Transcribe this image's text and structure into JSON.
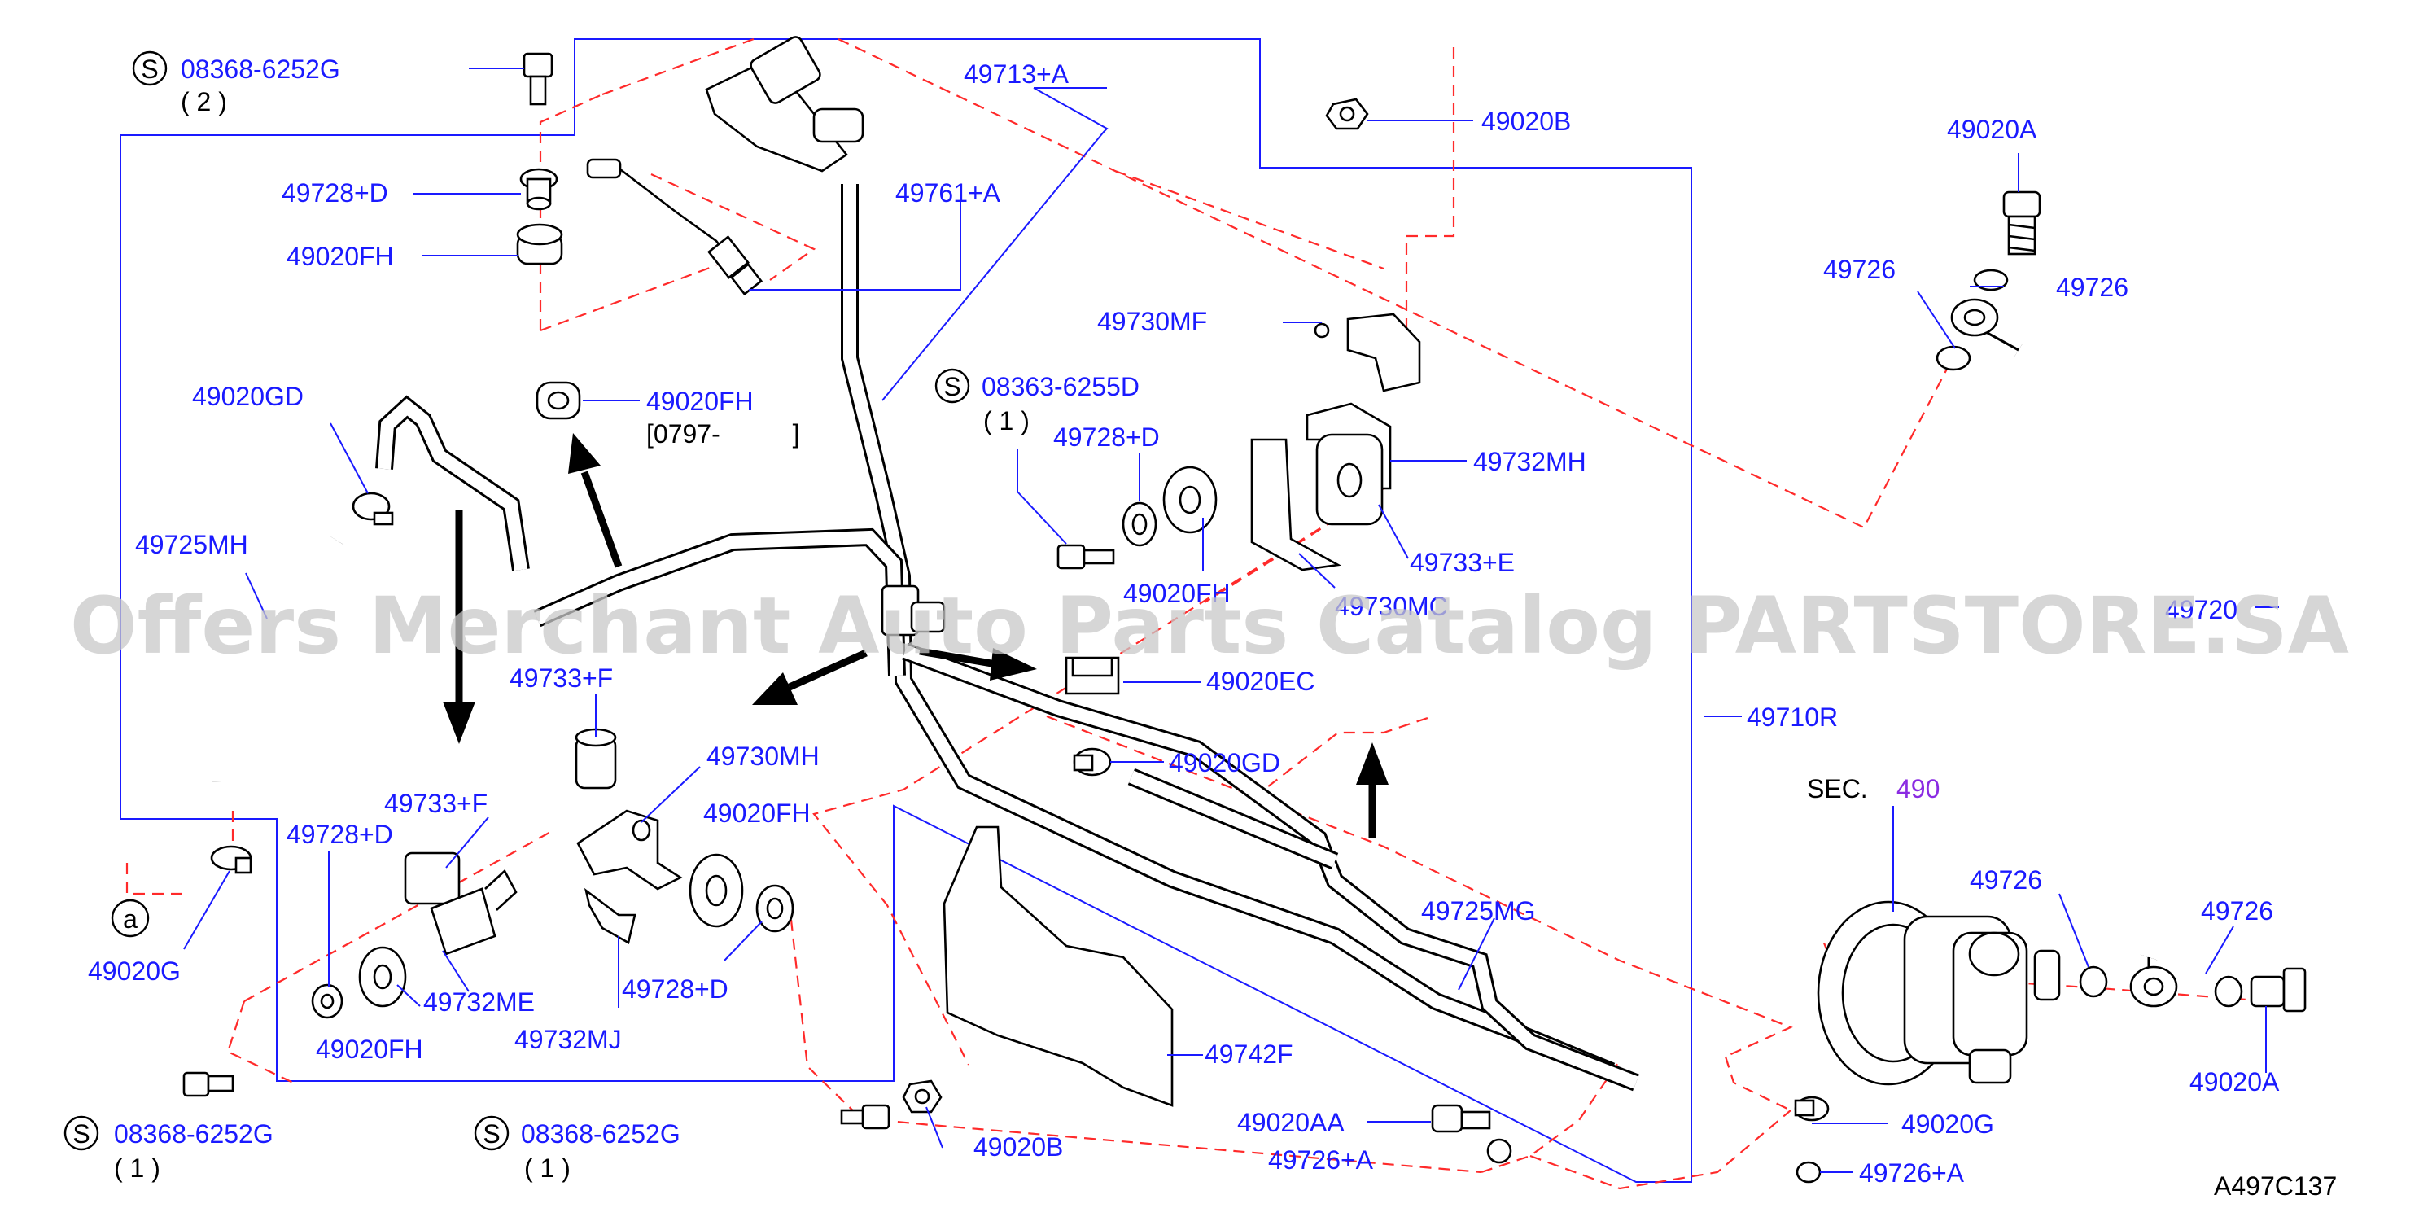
{
  "watermark": "Offers Merchant Auto Parts Catalog PARTSTORE.SA",
  "diagram_code": "A497C137",
  "section_ref": {
    "prefix": "SEC.",
    "number": "490"
  },
  "callouts": {
    "s1": {
      "symbol": "S",
      "part": "08368-6252G",
      "qty": "( 2 )"
    },
    "s2": {
      "symbol": "S",
      "part": "08363-6255D",
      "qty": "( 1 )"
    },
    "s3": {
      "symbol": "S",
      "part": "08368-6252G",
      "qty": "( 1 )"
    },
    "s4": {
      "symbol": "S",
      "part": "08368-6252G",
      "qty": "( 1 )"
    },
    "ref_a": "a"
  },
  "labels": {
    "p49728D_top": "49728+D",
    "p49020FH_top": "49020FH",
    "p49713A": "49713+A",
    "p49761A": "49761+A",
    "p49020B_top": "49020B",
    "p49020A_top": "49020A",
    "p49726_a": "49726",
    "p49726_b": "49726",
    "p49020GD_left": "49020GD",
    "p49020FH_mid": "49020FH",
    "date_range": "[0797-          ]",
    "p49730MF": "49730MF",
    "p49728D_mid": "49728+D",
    "p49732MH": "49732MH",
    "p49733E": "49733+E",
    "p49020FH_mid2": "49020FH",
    "p49730MC": "49730MC",
    "p49725MH": "49725MH",
    "p49720": "49720",
    "p49733F_a": "49733+F",
    "p49020EC": "49020EC",
    "p49710R": "49710R",
    "p49730MH": "49730MH",
    "p49020GD_mid": "49020GD",
    "p49733F_b": "49733+F",
    "p49728D_left": "49728+D",
    "p49020FH_low": "49020FH",
    "p49726_c": "49726",
    "p49726_d": "49726",
    "p49020G_left": "49020G",
    "p49732ME": "49732ME",
    "p49728D_low": "49728+D",
    "p49725MG": "49725MG",
    "p49020FH_bot": "49020FH",
    "p49732MJ": "49732MJ",
    "p49742F": "49742F",
    "p49020A_bot": "49020A",
    "p49020B_bot": "49020B",
    "p49020AA": "49020AA",
    "p49726A_a": "49726+A",
    "p49020G_right": "49020G",
    "p49726A_b": "49726+A"
  },
  "colors": {
    "label": "#1a1aff",
    "leader": "#1a1aff",
    "dashed": "#ff2a2a",
    "section_number": "#8a2be2",
    "watermark": "#c8c8c8"
  }
}
